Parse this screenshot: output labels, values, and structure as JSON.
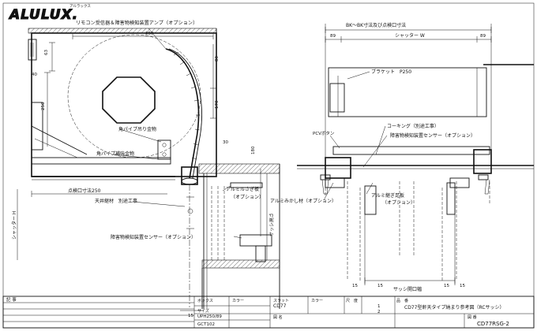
{
  "logo": {
    "text": "ALULUX.",
    "ruby": "アルラックス"
  },
  "left_view": {
    "title": "リモコン受信器＆障害物検知装置アンプ（オプション）",
    "dims": {
      "d250_top": "250",
      "d80": "80",
      "d40": "40",
      "d63": "63",
      "d250_side": "250",
      "d170": "170",
      "d30": "30",
      "d180": "180",
      "d15": "15"
    },
    "labels": {
      "pipe_bracket": "角パイプ吊り金物",
      "pipe_reinforce": "角パイプ補強金物",
      "inspection": "点検口寸法250",
      "ceiling": "天井継材　別途工事",
      "alumi_cover": "アルミルさぎ板",
      "option1": "（オプション）",
      "sensor": "障害物検知装置センサー（オプション）",
      "shutter_h": "シャッター H",
      "sash_h": "サッシ高さ"
    }
  },
  "right_view": {
    "bk_dim": "BK～BK寸法及び点検口寸法",
    "shutter_w": "シャッター W",
    "dims": {
      "d89_l": "89",
      "d89_r": "89",
      "d15a": "15",
      "d15b": "15",
      "d15c": "15",
      "d15d": "15"
    },
    "labels": {
      "bracket": "ブラケット　P250",
      "pcv": "PCVボタン",
      "caulking": "コーキング（別途工事）",
      "obstacle_sensor": "障害物検知装置センサー（オプション）",
      "alumi_patch": "アルミ継ぎ足板",
      "option2": "（オプション）",
      "alumi_shikiri": "アルミみかし材（オプション）",
      "sash_width": "サッシ開口幅"
    }
  },
  "title_block": {
    "h_remark": "記 事",
    "h_box": "ボックス",
    "h_color": "カラー",
    "h_slat": "スラット",
    "h_size": "サイズ",
    "h_code": "品　番",
    "h_scale": "尺　度",
    "h_drawing_name": "図 名",
    "h_drawing_no": "図 番",
    "box_value": "UPH250/89",
    "color_value": "GCT102",
    "slat_value": "CD77",
    "scale_1": "1",
    "scale_2": "2",
    "drawing_name": "CD77型軒天タイプ納まり参考図（RCサッシ）",
    "drawing_no": "CD77RSG-2"
  }
}
